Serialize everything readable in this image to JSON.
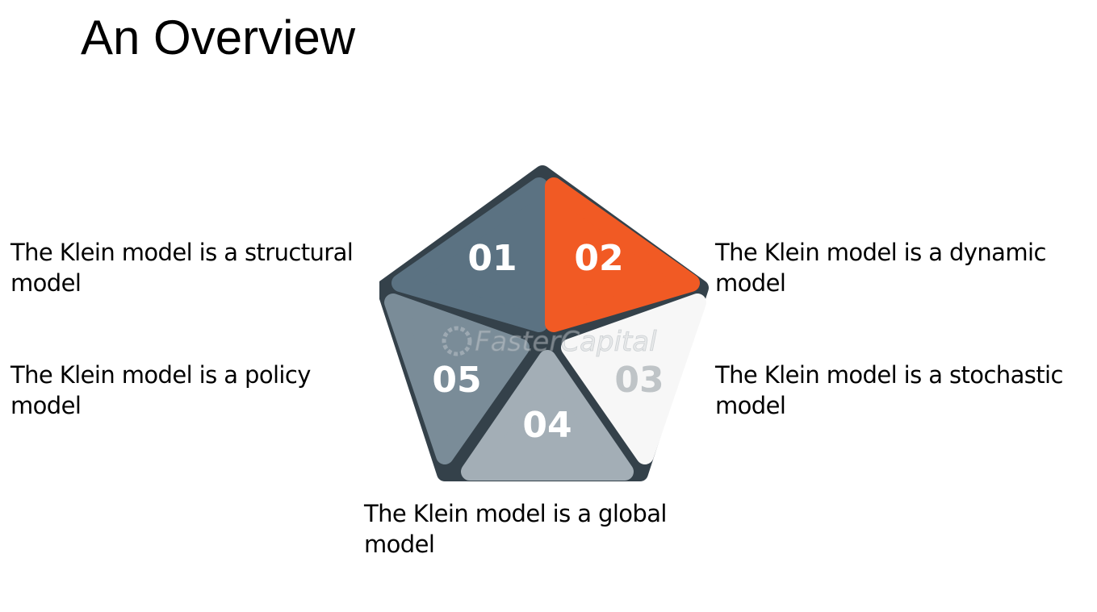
{
  "title": "An Overview",
  "segments": [
    {
      "number": "01",
      "caption": "The Klein model is a structural\nmodel",
      "fill": "#5b7282",
      "number_color": "#ffffff"
    },
    {
      "number": "02",
      "caption": "The Klein model is a dynamic\nmodel",
      "fill": "#f15a24",
      "number_color": "#ffffff"
    },
    {
      "number": "03",
      "caption": "The Klein model is a stochastic\nmodel",
      "fill": "#f7f7f7",
      "number_color": "#bfc4c7"
    },
    {
      "number": "04",
      "caption": "The Klein model is a global\nmodel",
      "fill": "#a3aeb6",
      "number_color": "#ffffff"
    },
    {
      "number": "05",
      "caption": "The Klein model is a policy\nmodel",
      "fill": "#7a8c98",
      "number_color": "#ffffff"
    }
  ],
  "watermark": "FasterCapital",
  "colors": {
    "frame": "#34414a",
    "accent": "#f15a24"
  }
}
